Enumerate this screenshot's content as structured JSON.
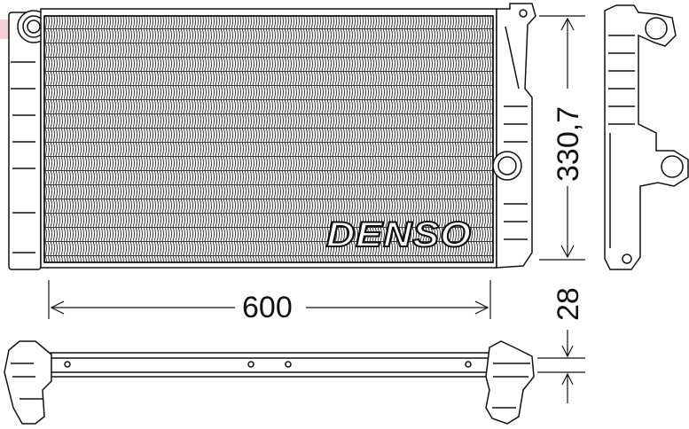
{
  "brand_logo": "DENSO",
  "dimensions": {
    "width": "600",
    "height": "330,7",
    "depth": "28"
  },
  "colors": {
    "line": "#111111",
    "background": "#ffffff",
    "watermark": "#e04060"
  }
}
